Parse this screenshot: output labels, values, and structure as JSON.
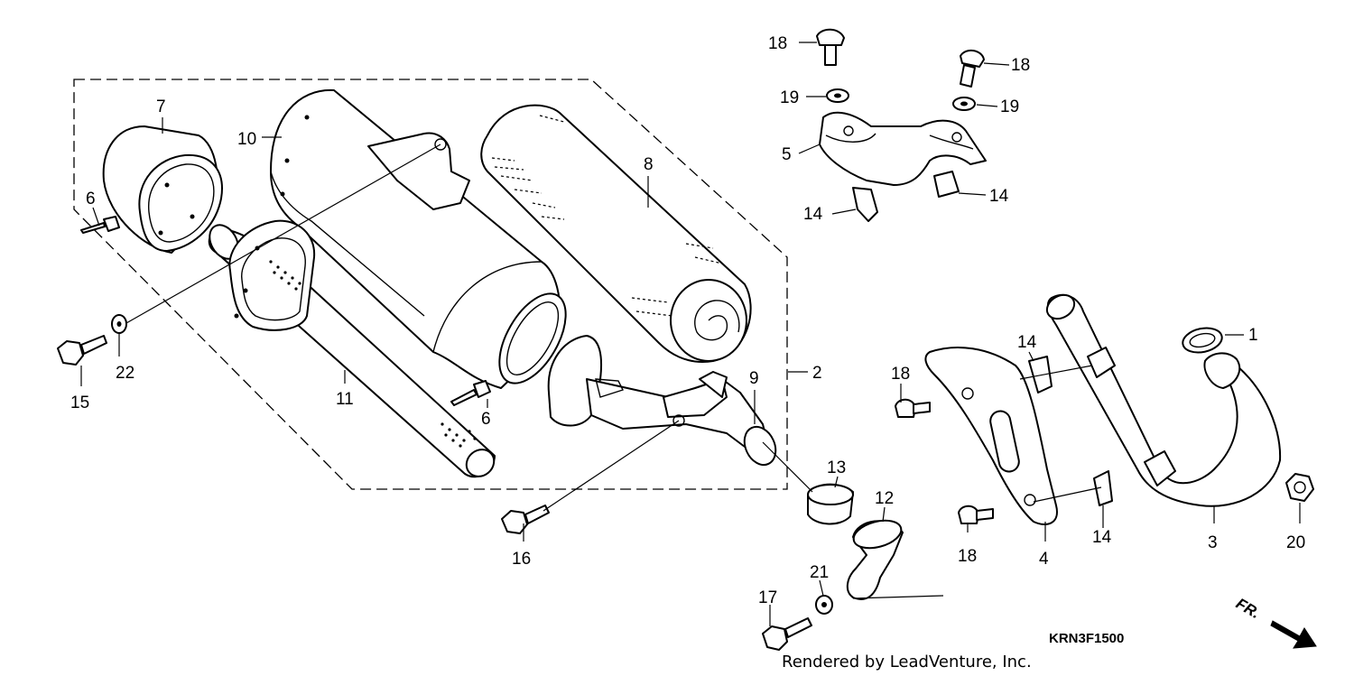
{
  "diagram_code": "KRN3F1500",
  "credit": "Rendered by LeadVenture, Inc.",
  "front_marker": "FR.",
  "callouts": [
    {
      "id": "c18a",
      "label": "18"
    },
    {
      "id": "c18b",
      "label": "18"
    },
    {
      "id": "c19a",
      "label": "19"
    },
    {
      "id": "c19b",
      "label": "19"
    },
    {
      "id": "c5",
      "label": "5"
    },
    {
      "id": "c14a",
      "label": "14"
    },
    {
      "id": "c14b",
      "label": "14"
    },
    {
      "id": "c7",
      "label": "7"
    },
    {
      "id": "c10",
      "label": "10"
    },
    {
      "id": "c8",
      "label": "8"
    },
    {
      "id": "c6a",
      "label": "6"
    },
    {
      "id": "c6b",
      "label": "6"
    },
    {
      "id": "c22",
      "label": "22"
    },
    {
      "id": "c15",
      "label": "15"
    },
    {
      "id": "c11",
      "label": "11"
    },
    {
      "id": "c9",
      "label": "9"
    },
    {
      "id": "c2",
      "label": "2"
    },
    {
      "id": "c13",
      "label": "13"
    },
    {
      "id": "c12",
      "label": "12"
    },
    {
      "id": "c16",
      "label": "16"
    },
    {
      "id": "c21",
      "label": "21"
    },
    {
      "id": "c17",
      "label": "17"
    },
    {
      "id": "c1",
      "label": "1"
    },
    {
      "id": "c14c",
      "label": "14"
    },
    {
      "id": "c18c",
      "label": "18"
    },
    {
      "id": "c14d",
      "label": "14"
    },
    {
      "id": "c18d",
      "label": "18"
    },
    {
      "id": "c4",
      "label": "4"
    },
    {
      "id": "c3",
      "label": "3"
    },
    {
      "id": "c20",
      "label": "20"
    }
  ]
}
